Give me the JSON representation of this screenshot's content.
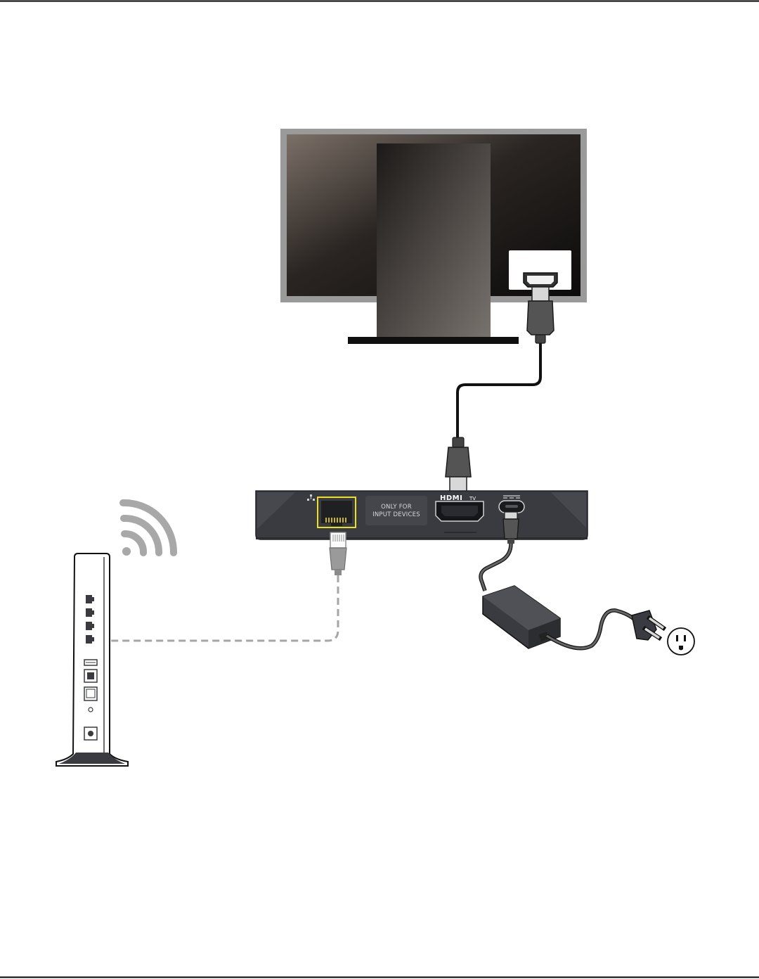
{
  "box": {
    "input_label_line1": "ONLY FOR",
    "input_label_line2": "INPUT DEVICES",
    "hdmi_logo": "HDMI",
    "hdmi_tv": "TV"
  },
  "icons": {
    "wifi": "wifi-icon",
    "ethernet": "ethernet-icon",
    "usb_c": "usb-c-icon",
    "outlet": "power-outlet-icon"
  },
  "colors": {
    "highlight": "#e8e020",
    "device": "#3a3b40",
    "wifi": "#a8a8a8",
    "cable_dashed": "#a6a6a6"
  }
}
